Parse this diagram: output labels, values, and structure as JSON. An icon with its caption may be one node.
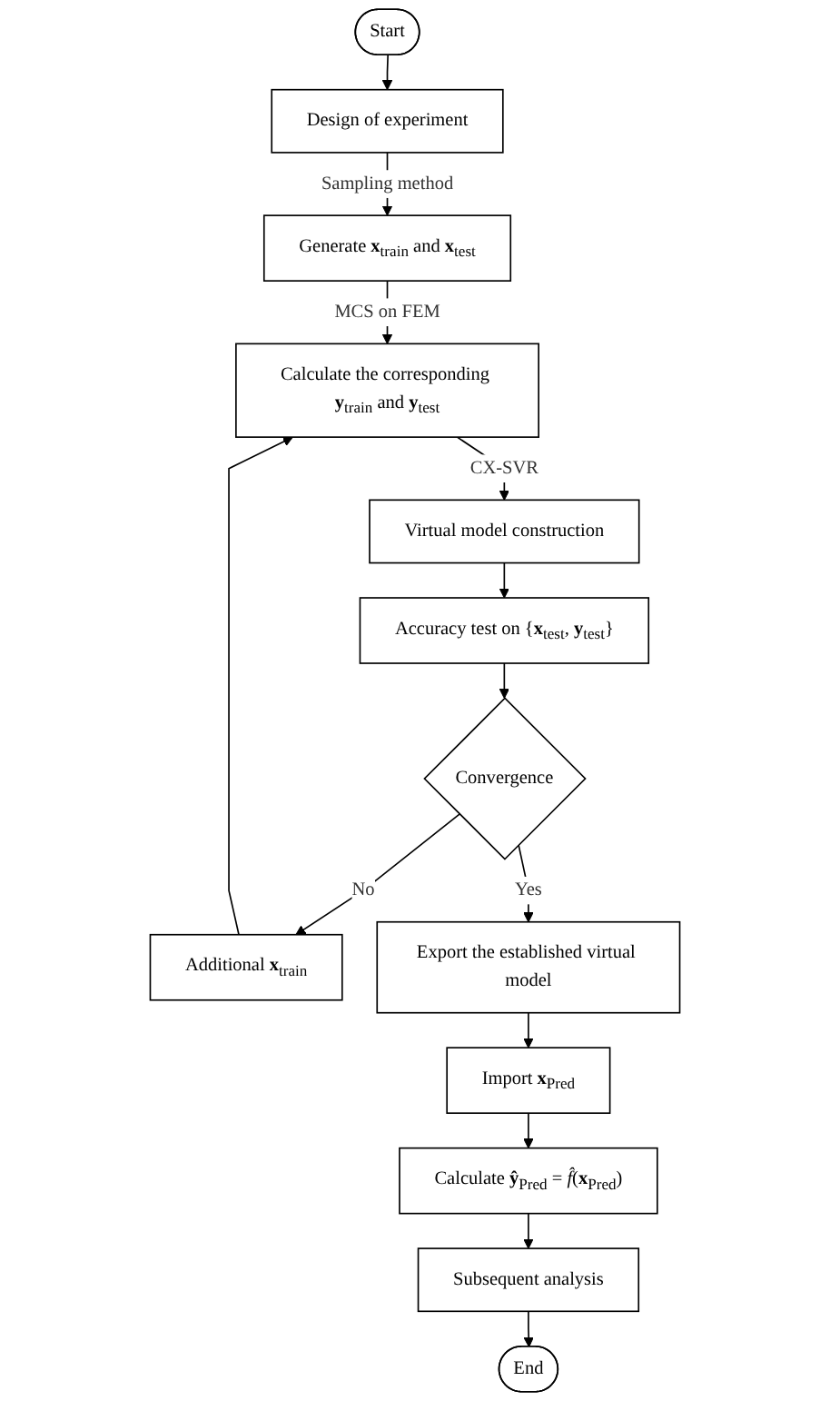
{
  "diagram": {
    "nodes": [
      {
        "text": [
          "Start"
        ]
      },
      {
        "text": [
          "Design of experiment"
        ]
      },
      {
        "text": [
          "Generate **x**$_{train}$ and **x**$_{test}$"
        ]
      },
      {
        "text": [
          "Calculate the corresponding **y**$_{train}$ and **y**$_{test}$"
        ]
      },
      {
        "text": [
          "Virtual model construction"
        ]
      },
      {
        "text": [
          "Accuracy test on {**x**$_{test}$, **y**$_{test}$}"
        ]
      },
      {
        "text": [
          "Convergence"
        ]
      },
      {
        "text": [
          "Additional **x**$_{train}$"
        ]
      },
      {
        "text": [
          "Export the established virtual model"
        ]
      },
      {
        "text": [
          "Import **x**$_{Pred}$"
        ]
      },
      {
        "text": [
          "Calculate **ŷ**$_{Pred}$ = *f̂*(**x**$_{Pred}$)"
        ]
      },
      {
        "text": [
          "Subsequent analysis"
        ]
      },
      {
        "text": [
          "End"
        ]
      }
    ],
    "edges": [
      {
        "from": 0,
        "to": 1,
        "arrow": "to"
      },
      {
        "from": 1,
        "to": 2,
        "arrow": "to",
        "label": "Sampling method"
      },
      {
        "from": 2,
        "to": 3,
        "arrow": "to",
        "label": "MCS on FEM"
      },
      {
        "from": 3,
        "to": 4,
        "arrow": "to",
        "label": "CX-SVR"
      },
      {
        "from": 4,
        "to": 5,
        "arrow": "to"
      },
      {
        "from": 5,
        "to": 6,
        "arrow": "to"
      },
      {
        "from": 6,
        "to": 7,
        "arrow": "to",
        "label": "No"
      },
      {
        "from": 7,
        "to": 3,
        "arrow": "to"
      },
      {
        "from": 6,
        "to": 8,
        "arrow": "to",
        "label": "Yes"
      },
      {
        "from": 8,
        "to": 9,
        "arrow": "to"
      },
      {
        "from": 9,
        "to": 10,
        "arrow": "to"
      },
      {
        "from": 10,
        "to": 11,
        "arrow": "to"
      },
      {
        "from": 11,
        "to": 12,
        "arrow": "to"
      }
    ]
  }
}
